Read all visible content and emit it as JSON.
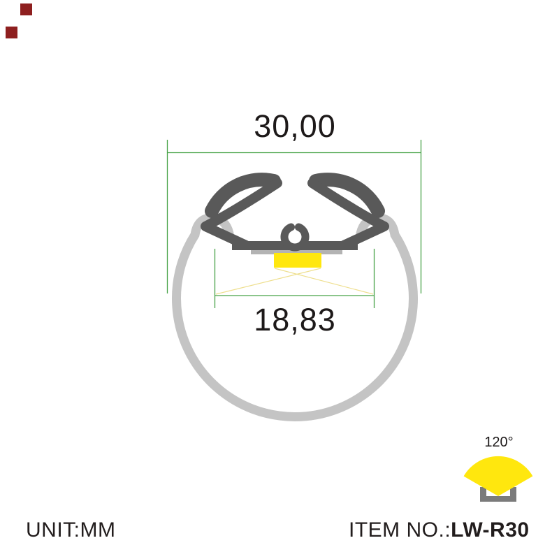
{
  "dimensions": {
    "outer_diameter_label": "30,00",
    "led_window_label": "18,83"
  },
  "beam_icon": {
    "angle_label": "120°"
  },
  "footer": {
    "unit_label": "UNIT:MM",
    "item_no_label": "ITEM NO.:",
    "item_no_value": "LW-R30"
  },
  "colors": {
    "dimension_green": "#46a246",
    "profile_gray": "#595959",
    "tube_gray": "#c4c4c4",
    "pcb_gray": "#b3b3b3",
    "led_yellow": "#ffe70e",
    "ray_yellow": "#eedf8e",
    "bracket_gray": "#7b7b7b",
    "decor_red": "#8e1f1f",
    "text_black": "#1d1919"
  },
  "icons": {
    "beam_fan": "120-degree-beam-fan-icon",
    "channel": "u-channel-profile-icon"
  }
}
